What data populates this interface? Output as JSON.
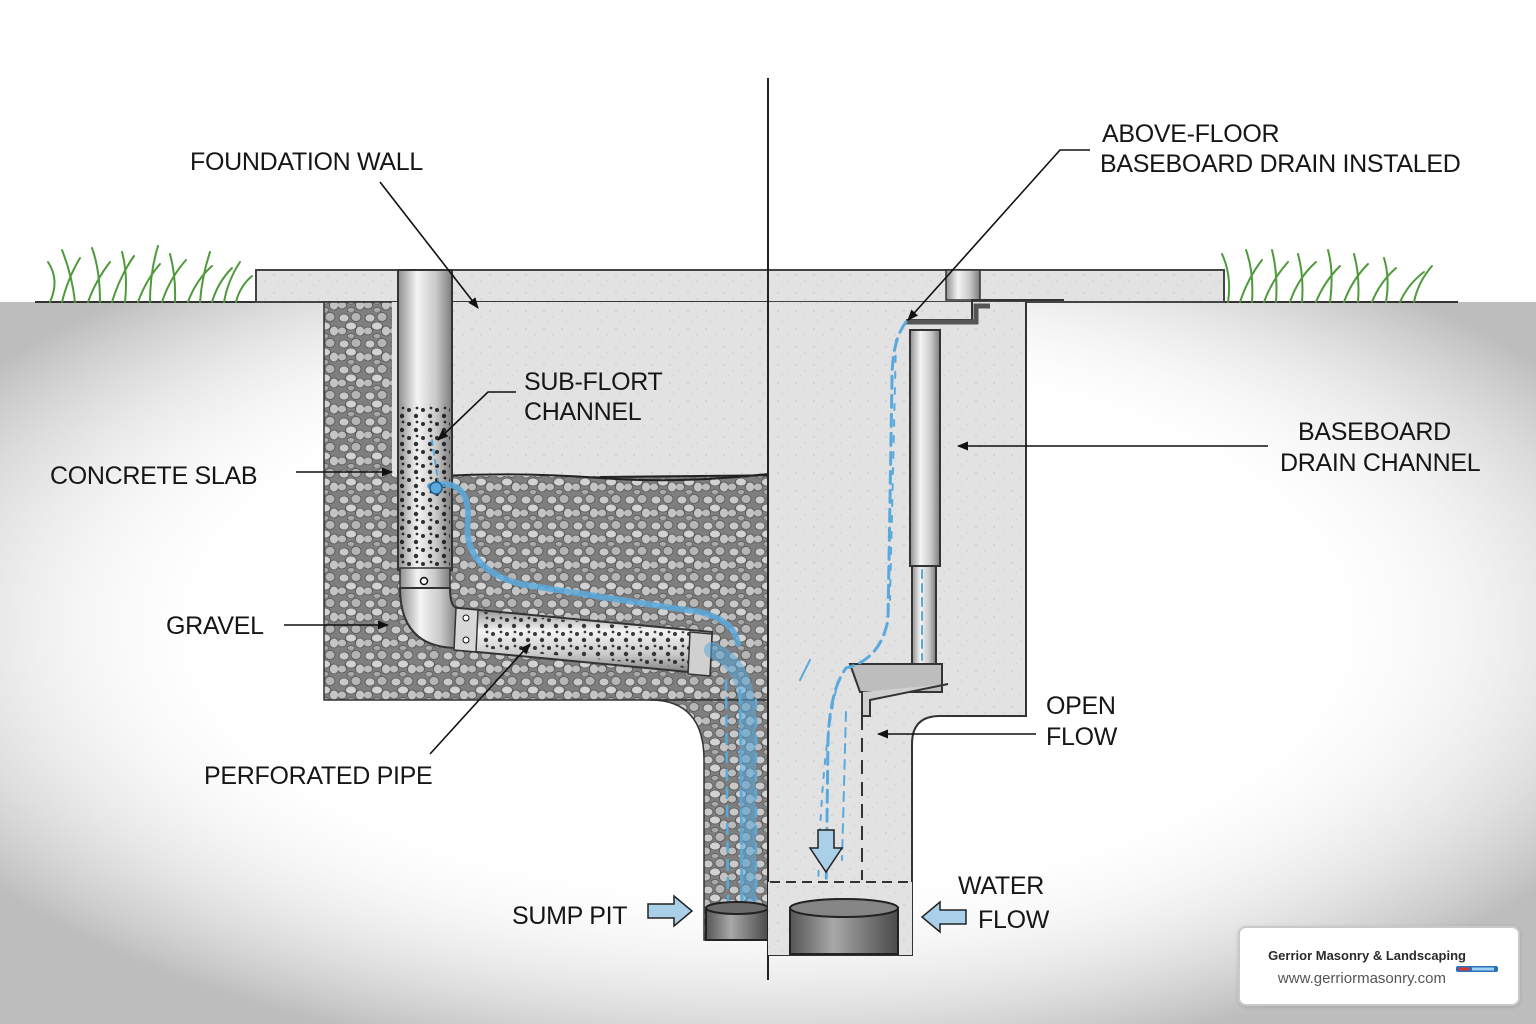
{
  "labels": {
    "foundation_wall": "FOUNDATION WALL",
    "above_floor_1": "ABOVE-FLOOR",
    "above_floor_2": "BASEBOARD DRAIN INSTALED",
    "sub_flort_1": "SUB-FLORT",
    "sub_flort_2": "CHANNEL",
    "concrete_slab": "CONCRETE SLAB",
    "baseboard_1": "BASEBOARD",
    "baseboard_2": "DRAIN CHANNEL",
    "gravel": "GRAVEL",
    "perforated_pipe": "PERFORATED PIPE",
    "open_flow_1": "OPEN",
    "open_flow_2": "FLOW",
    "sump_pit": "SUMP PIT",
    "water_flow_1": "WATER",
    "water_flow_2": "FLOW"
  },
  "badge": {
    "company": "Gerrior Masonry & Landscaping",
    "url": "www.gerriormasonry.com"
  },
  "colors": {
    "water": "#5aa9dc",
    "concrete": "#e3e3e3",
    "gravel": "#8f8f8f",
    "ground": "#d4d4d4",
    "grass": "#3c8a2e",
    "pipe": "#c4c4c4",
    "arrow_fill": "#a9cfe9"
  }
}
